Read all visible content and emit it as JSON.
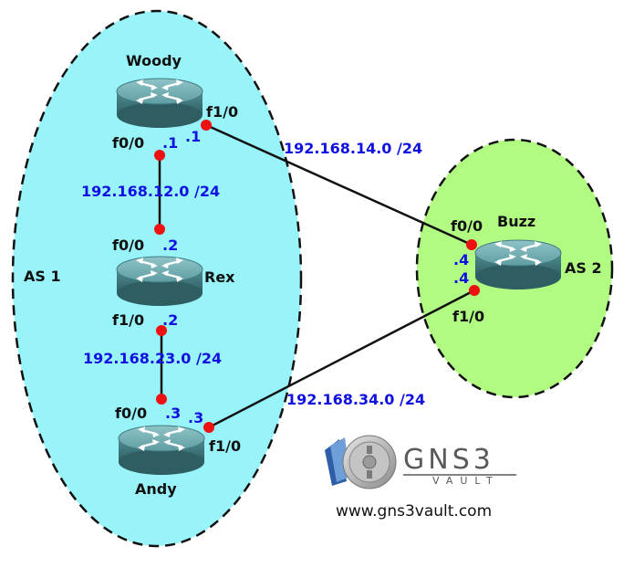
{
  "colors": {
    "as1_fill": "#99f4fa",
    "as2_fill": "#b1fb83",
    "network_label": "#1010e0",
    "interface_dot": "#ee1111",
    "router_body": "#4f8e93"
  },
  "autonomous_systems": {
    "as1": {
      "label": "AS 1"
    },
    "as2": {
      "label": "AS 2"
    }
  },
  "routers": {
    "woody": {
      "name": "Woody"
    },
    "rex": {
      "name": "Rex"
    },
    "andy": {
      "name": "Andy"
    },
    "buzz": {
      "name": "Buzz"
    }
  },
  "networks": {
    "n12": {
      "label": "192.168.12.0 /24"
    },
    "n23": {
      "label": "192.168.23.0 /24"
    },
    "n14": {
      "label": "192.168.14.0 /24"
    },
    "n34": {
      "label": "192.168.34.0 /24"
    }
  },
  "interfaces": {
    "woody_f00": {
      "name": "f0/0",
      "octet": ".1"
    },
    "woody_f10": {
      "name": "f1/0",
      "octet": ".1"
    },
    "rex_f00": {
      "name": "f0/0",
      "octet": ".2"
    },
    "rex_f10": {
      "name": "f1/0",
      "octet": ".2"
    },
    "andy_f00": {
      "name": "f0/0",
      "octet": ".3"
    },
    "andy_f10": {
      "name": "f1/0",
      "octet": ".3"
    },
    "buzz_f00": {
      "name": "f0/0",
      "octet": ".4"
    },
    "buzz_f10": {
      "name": "f1/0",
      "octet": ".4"
    }
  },
  "logo": {
    "brand": "GNS3",
    "tagline": "VAULT",
    "url": "www.gns3vault.com"
  }
}
